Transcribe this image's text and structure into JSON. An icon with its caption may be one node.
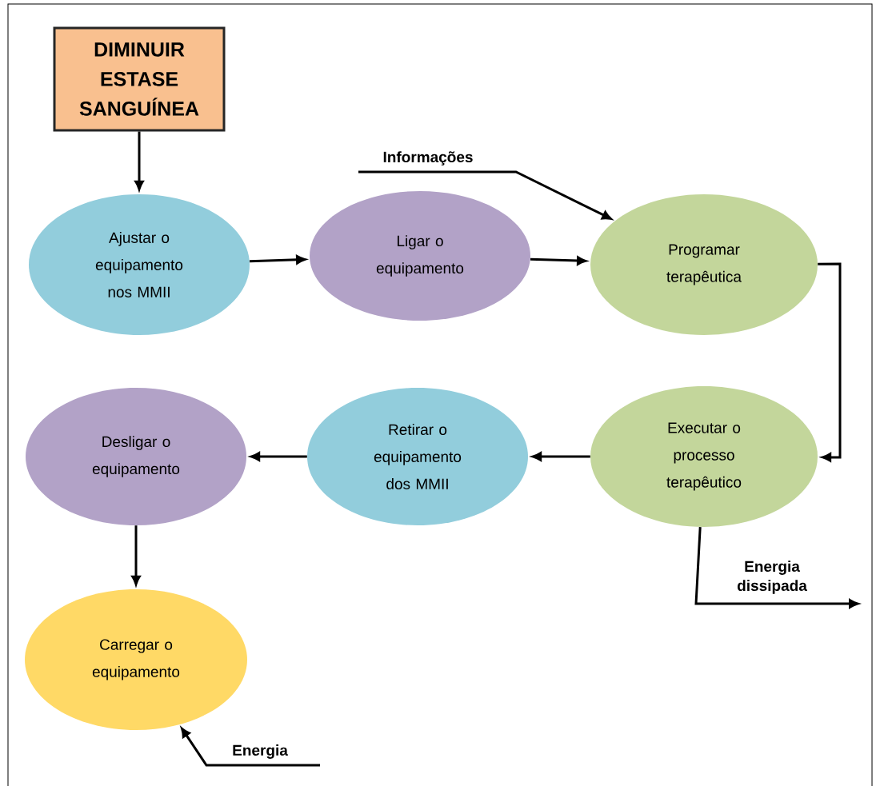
{
  "diagram": {
    "nodes": [
      {
        "text": [
          "DIMINUIR ESTASE SANGUÍNEA"
        ]
      },
      {
        "text": [
          "Ajustar o equipamento nos MMII"
        ]
      },
      {
        "text": [
          "Ligar o equipamento"
        ]
      },
      {
        "text": [
          "Programar terapêutica"
        ]
      },
      {
        "text": [
          "Executar o processo terapêutico"
        ]
      },
      {
        "text": [
          "Retirar o equipamento dos MMII"
        ]
      },
      {
        "text": [
          "Desligar o equipamento"
        ]
      },
      {
        "text": [
          "Carregar o equipamento"
        ]
      }
    ],
    "edges": [
      {
        "from": 0,
        "to": 1,
        "arrow": "to"
      },
      {
        "from": 1,
        "to": 2,
        "arrow": "to"
      },
      {
        "from": 2,
        "to": 3,
        "arrow": "to"
      },
      {
        "from": null,
        "to": 3,
        "arrow": "to",
        "label": "Informações"
      },
      {
        "from": 3,
        "to": 4,
        "arrow": "to"
      },
      {
        "from": 4,
        "to": 5,
        "arrow": "to"
      },
      {
        "from": 5,
        "to": 6,
        "arrow": "to"
      },
      {
        "from": 4,
        "to": null,
        "arrow": "to",
        "label": "Energia dissipada"
      },
      {
        "from": 6,
        "to": 7,
        "arrow": "to"
      },
      {
        "from": null,
        "to": 7,
        "arrow": "to",
        "label": "Energia"
      }
    ]
  }
}
